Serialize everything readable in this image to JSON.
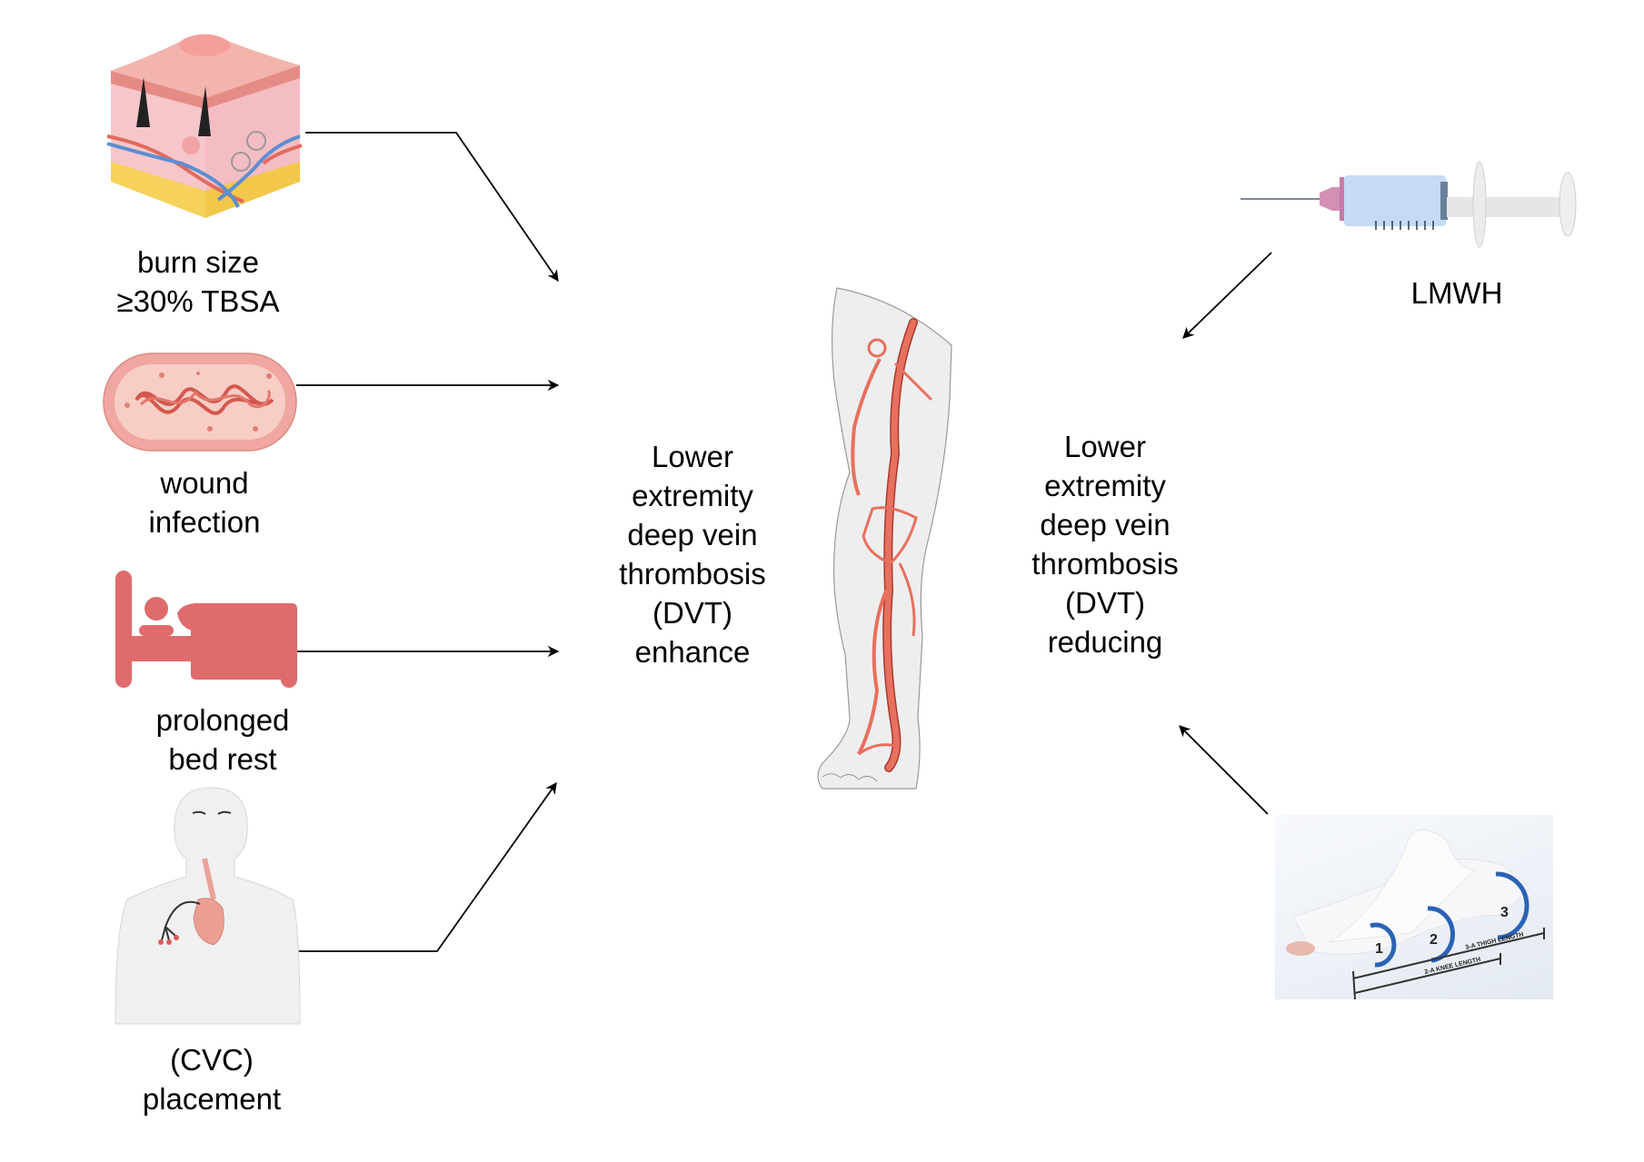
{
  "risk_factors": [
    {
      "id": "burn",
      "icon": "skin-burn-icon",
      "lines": [
        "burn size",
        "≥30% TBSA"
      ]
    },
    {
      "id": "infection",
      "icon": "bacterium-icon",
      "lines": [
        "wound",
        "infection"
      ]
    },
    {
      "id": "bedrest",
      "icon": "bed-rest-icon",
      "lines": [
        "prolonged",
        "bed rest"
      ]
    },
    {
      "id": "cvc",
      "icon": "cvc-patient-icon",
      "lines": [
        "(CVC)",
        "placement"
      ]
    }
  ],
  "center": {
    "left_label": [
      "Lower",
      "extremity",
      "deep vein",
      "thrombosis",
      "(DVT)",
      "enhance"
    ],
    "right_label": [
      "Lower",
      "extremity",
      "deep vein",
      "thrombosis",
      "(DVT)",
      "reducing"
    ],
    "leg_icon": "leg-vessels-icon"
  },
  "prophylaxis": [
    {
      "id": "lmwh",
      "icon": "syringe-icon",
      "label": "LMWH"
    },
    {
      "id": "stockings",
      "icon": "compression-stockings-photo",
      "label": "",
      "photo_text": {
        "circles": [
          "1",
          "2",
          "3"
        ],
        "thigh": "3-A  THIGH LENGTH",
        "knee": "2-A  KNEE LENGTH"
      }
    }
  ],
  "colors": {
    "arrow": "#000000",
    "vessel": "#e8705e",
    "vessel_outline": "#a83a30",
    "bed": "#e06b6d",
    "skin_body": "#f2f2f3",
    "stocking_ring": "#2a63b5"
  }
}
